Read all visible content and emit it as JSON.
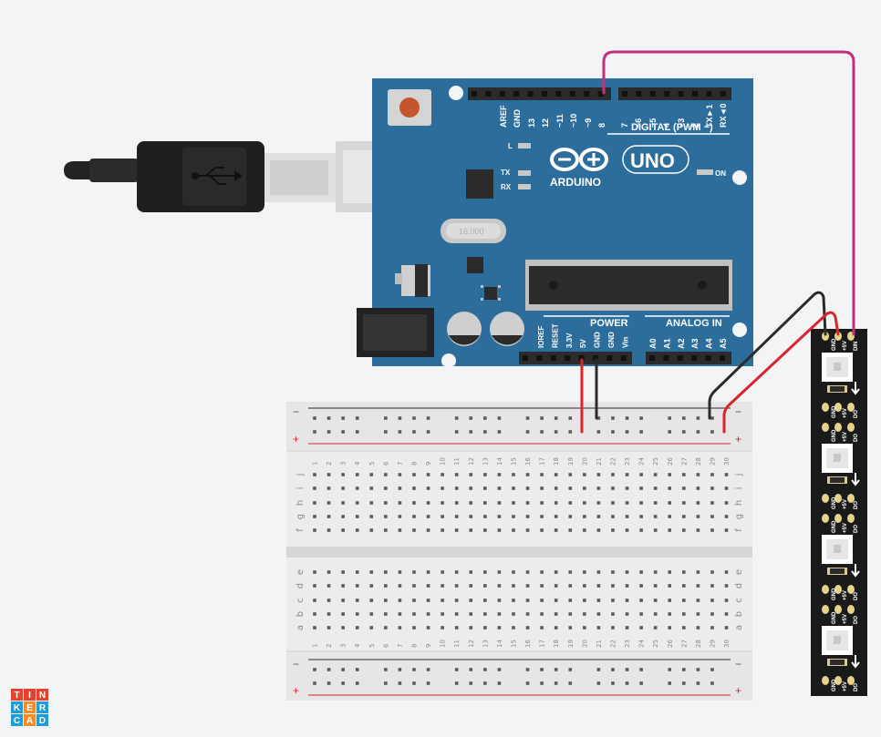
{
  "app": {
    "logo_letters": [
      "T",
      "I",
      "N",
      "K",
      "E",
      "R",
      "C",
      "A",
      "D"
    ],
    "logo_colors": [
      "#e4412f",
      "#e4412f",
      "#e4412f",
      "#1f9bd7",
      "#f28c28",
      "#1f9bd7",
      "#1f9bd7",
      "#f28c28",
      "#1f9bd7"
    ]
  },
  "arduino": {
    "brand": "ARDUINO",
    "model": "UNO",
    "on_label": "ON",
    "digital_label": "DIGITAL (PWM ~)",
    "power_label": "POWER",
    "analog_label": "ANALOG IN",
    "l_label": "L",
    "tx_label": "TX",
    "rx_label": "RX",
    "crystal_label": "16.000",
    "digital_pins": [
      "AREF",
      "GND",
      "13",
      "12",
      "~11",
      "~10",
      "~9",
      "8",
      "7",
      "~6",
      "~5",
      "4",
      "~3",
      "2",
      "TX►1",
      "RX◄0"
    ],
    "power_pins": [
      "IOREF",
      "RESET",
      "3.3V",
      "5V",
      "GND",
      "GND",
      "Vin"
    ],
    "analog_pins": [
      "A0",
      "A1",
      "A2",
      "A3",
      "A4",
      "A5"
    ],
    "colors": {
      "board": "#2d6d9c",
      "header": "#2b2b2b",
      "silk": "#ffffff"
    }
  },
  "breadboard": {
    "columns": [
      "1",
      "2",
      "3",
      "4",
      "5",
      "6",
      "7",
      "8",
      "9",
      "10",
      "11",
      "12",
      "13",
      "14",
      "15",
      "16",
      "17",
      "18",
      "19",
      "20",
      "21",
      "22",
      "23",
      "24",
      "25",
      "26",
      "27",
      "28",
      "29",
      "30"
    ],
    "rows_top": [
      "j",
      "i",
      "h",
      "g",
      "f"
    ],
    "rows_bottom": [
      "e",
      "d",
      "c",
      "b",
      "a"
    ],
    "rail_minus": "−",
    "rail_plus": "+"
  },
  "led_strip": {
    "pins_top": [
      "GND",
      "+5V",
      "DIN"
    ],
    "pins_bottom": [
      "GND",
      "+5V",
      "DO"
    ],
    "led_count": 4
  },
  "wires": {
    "colors": {
      "red": "#d9232d",
      "black": "#2b2b2b",
      "magenta": "#c2307e"
    }
  }
}
